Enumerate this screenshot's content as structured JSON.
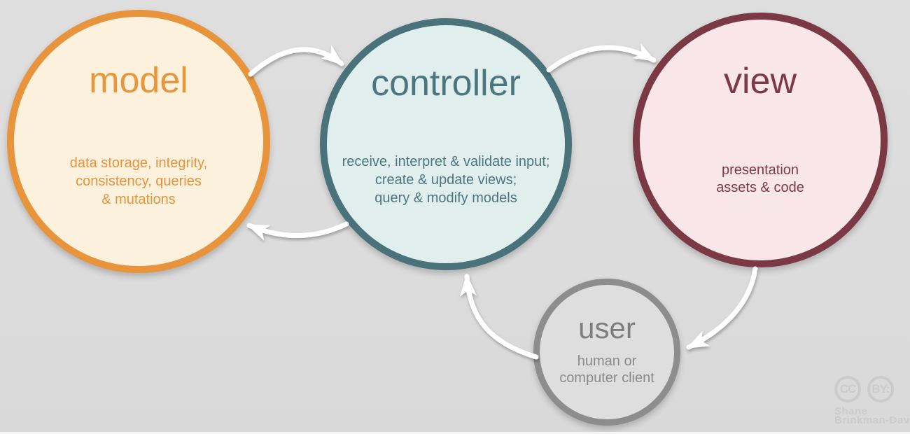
{
  "diagram": {
    "background_color": "#dcdcdc",
    "arrow_color": "#ffffff"
  },
  "nodes": {
    "model": {
      "title": "model",
      "description": "data storage, integrity,\nconsistency, queries\n& mutations",
      "border_color": "#e8943c",
      "fill_color": "#fbf1dc",
      "text_color": "#e8963c"
    },
    "controller": {
      "title": "controller",
      "description": "receive, interpret & validate input;\ncreate & update views;\nquery & modify models",
      "border_color": "#4a727a",
      "fill_color": "#e0efed",
      "text_color": "#4c757d"
    },
    "view": {
      "title": "view",
      "description": "presentation\nassets & code",
      "border_color": "#7a3945",
      "fill_color": "#f9e6e9",
      "text_color": "#7c3a47"
    },
    "user": {
      "title": "user",
      "description": "human or\ncomputer client",
      "border_color": "#8d8d8d",
      "fill_color": "#dedede",
      "text_color": "#828282"
    }
  },
  "arrows": [
    {
      "from": "model",
      "to": "controller"
    },
    {
      "from": "controller",
      "to": "view"
    },
    {
      "from": "controller",
      "to": "model"
    },
    {
      "from": "view",
      "to": "user"
    },
    {
      "from": "user",
      "to": "controller"
    }
  ],
  "attribution": {
    "cc_badge": "CC",
    "by_badge": "BY:",
    "name_line1": "Shane",
    "name_line2": "Brinkman-Davis",
    "color": "#cbcbcb"
  }
}
